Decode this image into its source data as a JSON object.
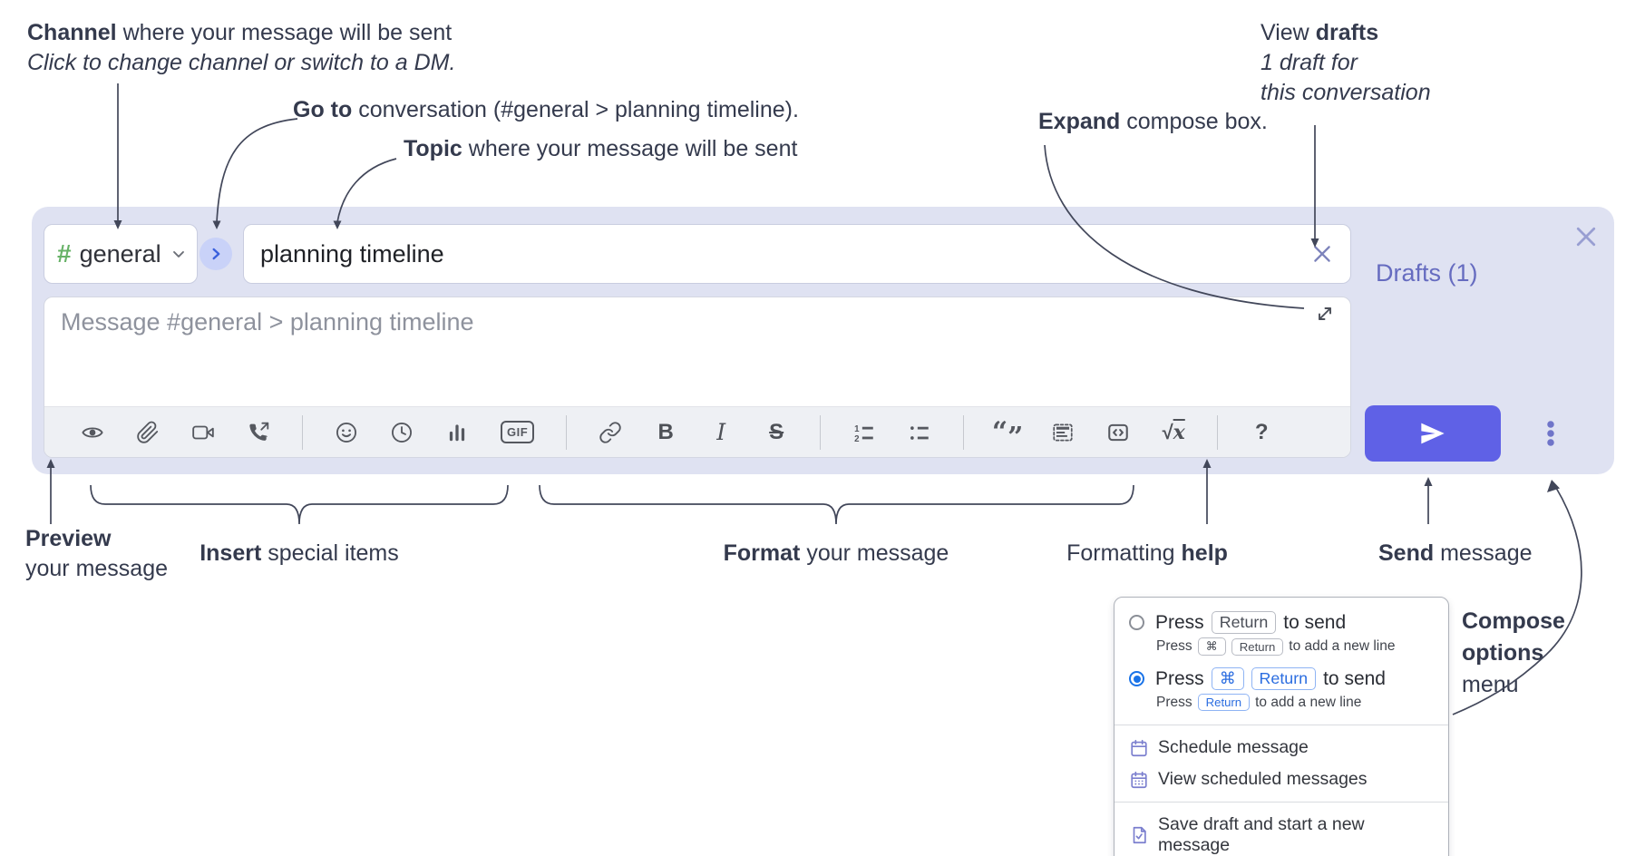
{
  "annotations": {
    "channel_bold": "Channel",
    "channel_rest": " where your message will be sent",
    "channel_line2": "Click to change channel or switch to a DM.",
    "goto_bold": "Go to",
    "goto_rest": " conversation (#general > planning timeline).",
    "topic_bold": "Topic",
    "topic_rest": " where your message will be sent",
    "expand_bold": "Expand",
    "expand_rest": " compose box.",
    "drafts_line1_pre": "View ",
    "drafts_line1_bold": "drafts",
    "drafts_line2": "1 draft for",
    "drafts_line3": "this conversation",
    "preview_bold": "Preview",
    "preview_line2": "your message",
    "insert_bold": "Insert",
    "insert_rest": " special items",
    "format_bold": "Format",
    "format_rest": " your message",
    "help_pre": "Formatting ",
    "help_bold": "help",
    "send_bold": "Send",
    "send_rest": " message",
    "compose_line1": "Compose",
    "compose_line2": "options",
    "compose_line3": "menu"
  },
  "compose": {
    "hash": "#",
    "channel": "general",
    "topic": "planning timeline",
    "placeholder": "Message #general > planning timeline",
    "drafts": "Drafts (1)"
  },
  "toolbar": {
    "icons": [
      "preview",
      "attach-file",
      "start-video-call",
      "start-voice-call",
      "emoji",
      "add-global-time",
      "add-poll",
      "add-gif",
      "link",
      "bold",
      "italic",
      "strikethrough",
      "numbered-list",
      "bulleted-list",
      "quote",
      "spoiler",
      "code",
      "math",
      "message-formatting-help"
    ],
    "bold": "B",
    "italic": "I",
    "strike": "S",
    "gif": "GIF",
    "ol_1": "1",
    "ol_2": "2",
    "quote_open": "“",
    "quote_close": "”",
    "math_sqrt": "√",
    "math_x": "x",
    "help": "?"
  },
  "menu": {
    "opt1_press": "Press",
    "opt1_key": "Return",
    "opt1_suffix": "to send",
    "opt1_sub_press": "Press",
    "opt1_sub_key1": "⌘",
    "opt1_sub_key2": "Return",
    "opt1_sub_suffix": "to add a new line",
    "opt2_press": "Press",
    "opt2_key1": "⌘",
    "opt2_key2": "Return",
    "opt2_suffix": "to send",
    "opt2_sub_press": "Press",
    "opt2_sub_key": "Return",
    "opt2_sub_suffix": "to add a new line",
    "item_schedule": "Schedule message",
    "item_view_scheduled": "View scheduled messages",
    "item_save_draft": "Save draft and start a new message"
  },
  "colors": {
    "accent_send": "#5f61e6",
    "panel_bg": "#dfe2f2",
    "link_purple": "#666cc0",
    "hash_green": "#67b267",
    "radio_blue": "#1a73e8",
    "menu_icon_purple": "#7a7ece"
  }
}
